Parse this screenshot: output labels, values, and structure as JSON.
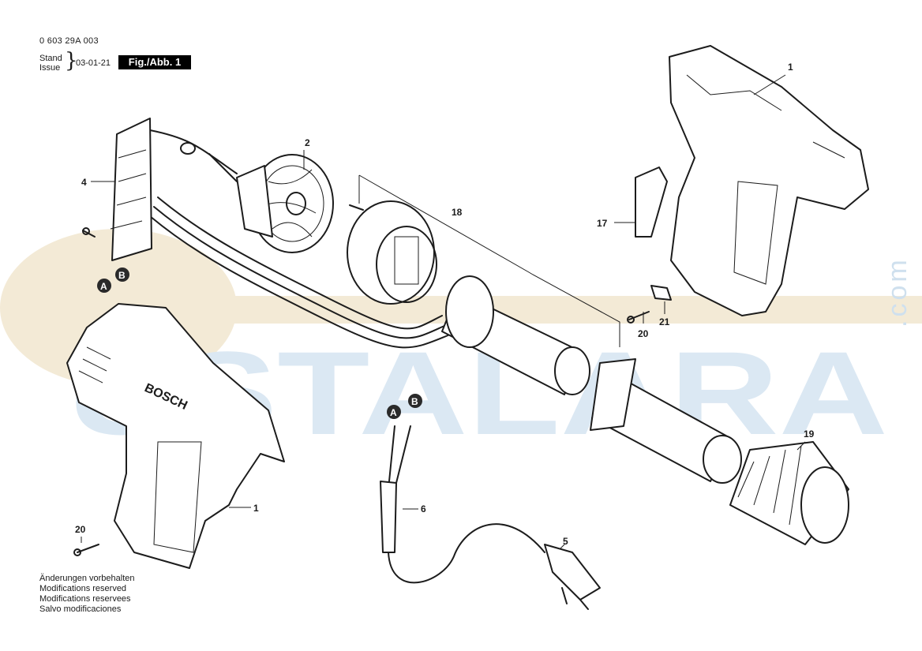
{
  "header": {
    "part_number": "0 603 29A 003",
    "stand_label": "Stand",
    "issue_label": "Issue",
    "date": "03-01-21",
    "figure_label": "Fig./Abb. 1"
  },
  "callouts": {
    "c1_top": "1",
    "c2": "2",
    "c4": "4",
    "c17": "17",
    "c18": "18",
    "c20_right": "20",
    "c21": "21",
    "c19": "19",
    "c5": "5",
    "c6": "6",
    "c1_bottom": "1",
    "c20_left": "20"
  },
  "markers": {
    "a_left": "A",
    "b_left": "B",
    "a_mid": "A",
    "b_mid": "B"
  },
  "housing_brand": "BOSCH",
  "footer": {
    "line1": "Änderungen vorbehalten",
    "line2": "Modifications reserved",
    "line3": "Modifications reservees",
    "line4": "Salvo modificaciones"
  },
  "watermark": {
    "text": "USTALARA",
    "suffix": ".com",
    "color": "#dbe8f3",
    "accent_color": "#f3ead6"
  }
}
